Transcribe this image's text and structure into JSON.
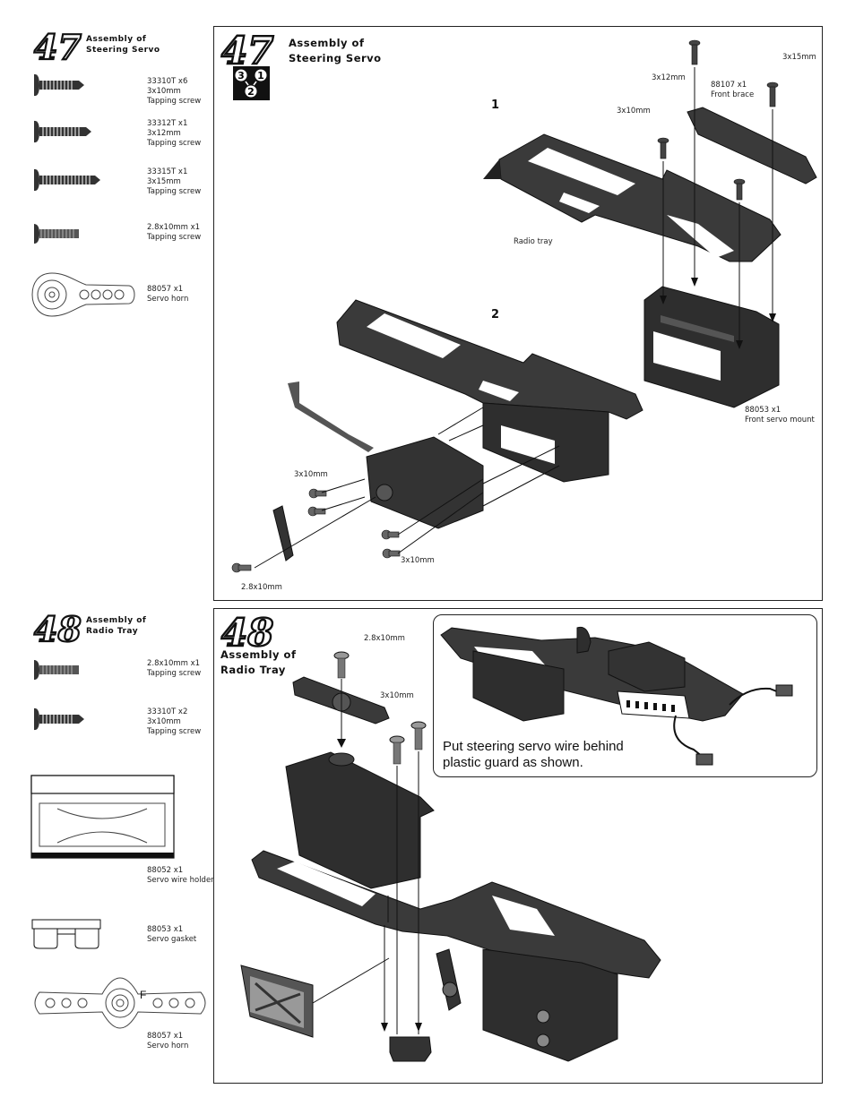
{
  "step47": {
    "number": "47",
    "title_line1": "Assembly of",
    "title_line2": "Steering Servo",
    "parts": [
      {
        "line1": "33310T  x6",
        "line2": "3x10mm",
        "line3": "Tapping screw"
      },
      {
        "line1": "33312T  x1",
        "line2": "3x12mm",
        "line3": "Tapping screw"
      },
      {
        "line1": "33315T  x1",
        "line2": "3x15mm",
        "line3": "Tapping screw"
      },
      {
        "line1": "2.8x10mm  x1",
        "line2": "Tapping screw",
        "line3": ""
      },
      {
        "line1": "88057  x1",
        "line2": "Servo horn",
        "line3": ""
      }
    ],
    "panel_title_line1": "Assembly of",
    "panel_title_line2": "Steering Servo",
    "order_badge": [
      "3",
      "1",
      "2"
    ],
    "substep1": "1",
    "substep2": "2",
    "labels": {
      "screw_3x12": "3x12mm",
      "screw_3x15": "3x15mm",
      "front_brace_code": "88107  x1",
      "front_brace_name": "Front brace",
      "screw_3x10_a": "3x10mm",
      "radio_tray": "Radio tray",
      "front_servo_mount_code": "88053  x1",
      "front_servo_mount_name": "Front servo mount",
      "screw_3x10_b": "3x10mm",
      "screw_3x10_c": "3x10mm",
      "screw_28x10": "2.8x10mm"
    }
  },
  "step48": {
    "number": "48",
    "title_line1": "Assembly of",
    "title_line2": "Radio Tray",
    "parts": [
      {
        "line1": "2.8x10mm  x1",
        "line2": "Tapping screw",
        "line3": ""
      },
      {
        "line1": "33310T  x2",
        "line2": "3x10mm",
        "line3": "Tapping screw"
      },
      {
        "line1": "88052   x1",
        "line2": "Servo wire holder",
        "line3": ""
      },
      {
        "line1": "88053  x1",
        "line2": "Servo gasket",
        "line3": ""
      },
      {
        "line1": "88057  x1",
        "line2": "Servo horn",
        "line3": ""
      }
    ],
    "horn_mark": "F",
    "panel_title_line1": "Assembly of",
    "panel_title_line2": "Radio Tray",
    "labels": {
      "screw_28x10": "2.8x10mm",
      "screw_3x10": "3x10mm"
    },
    "note_line1": "Put steering servo wire behind",
    "note_line2": "plastic guard as shown."
  }
}
